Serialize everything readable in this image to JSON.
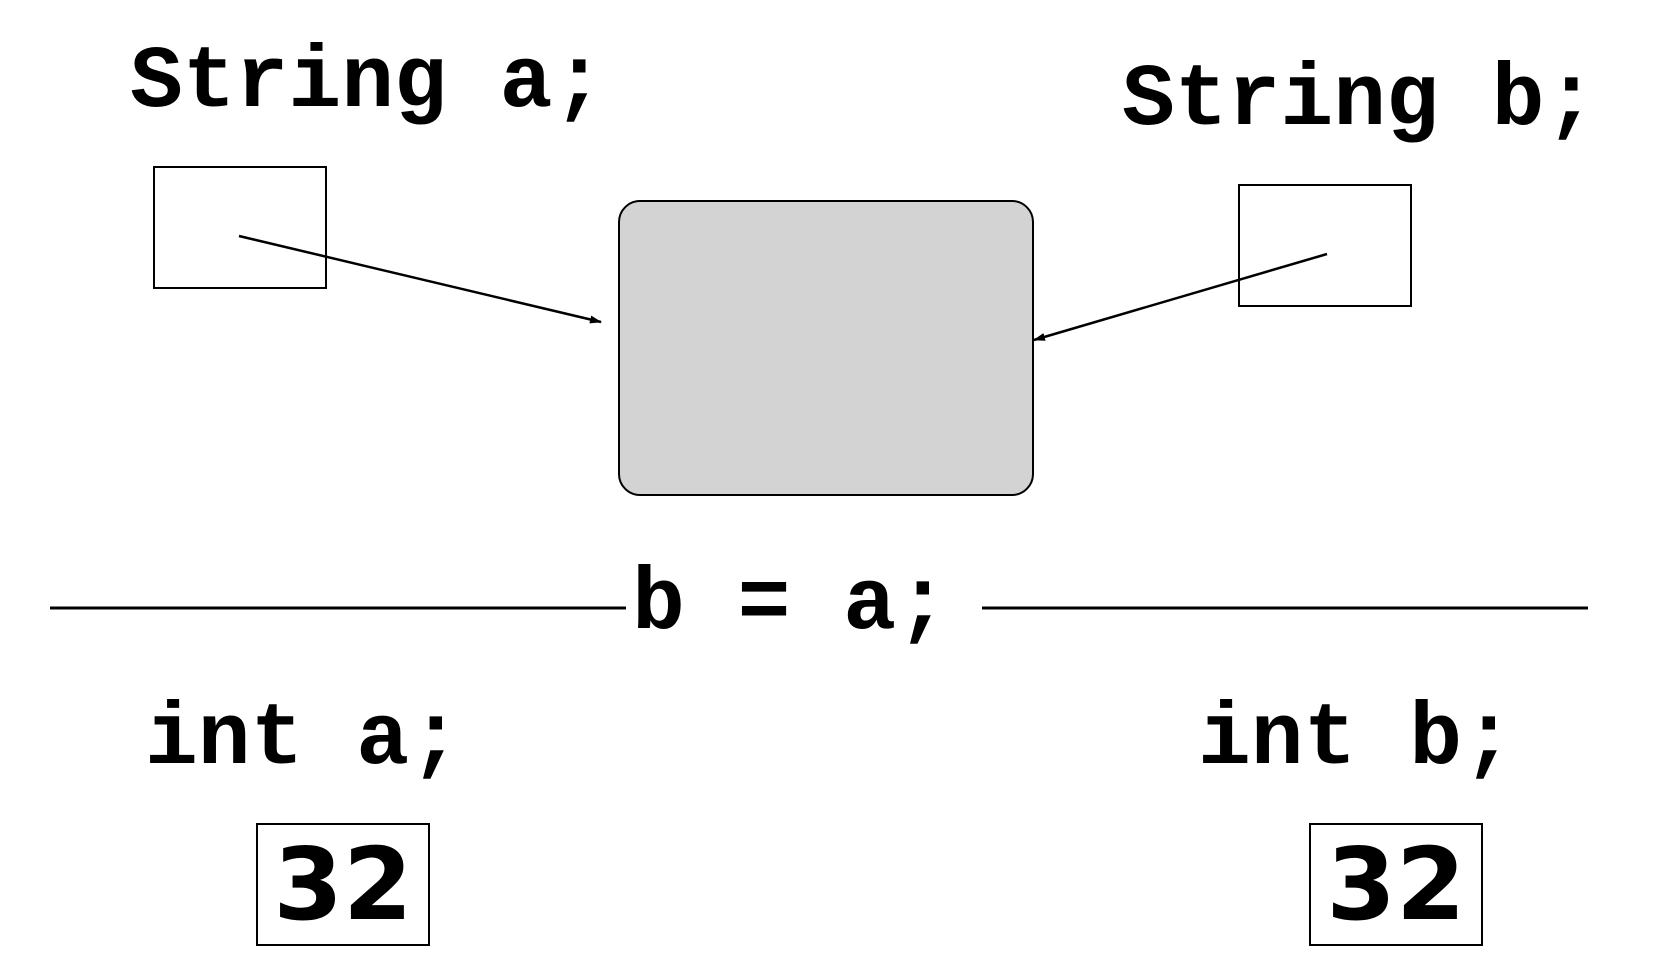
{
  "string_section": {
    "left_declaration": "String a;",
    "right_declaration": "String b;"
  },
  "assignment": {
    "statement": "b = a;"
  },
  "int_section": {
    "left_declaration": "int a;",
    "right_declaration": "int b;",
    "left_value": "32",
    "right_value": "32"
  },
  "colors": {
    "object_fill": "#d3d3d3",
    "stroke": "#000000",
    "background": "#ffffff"
  }
}
